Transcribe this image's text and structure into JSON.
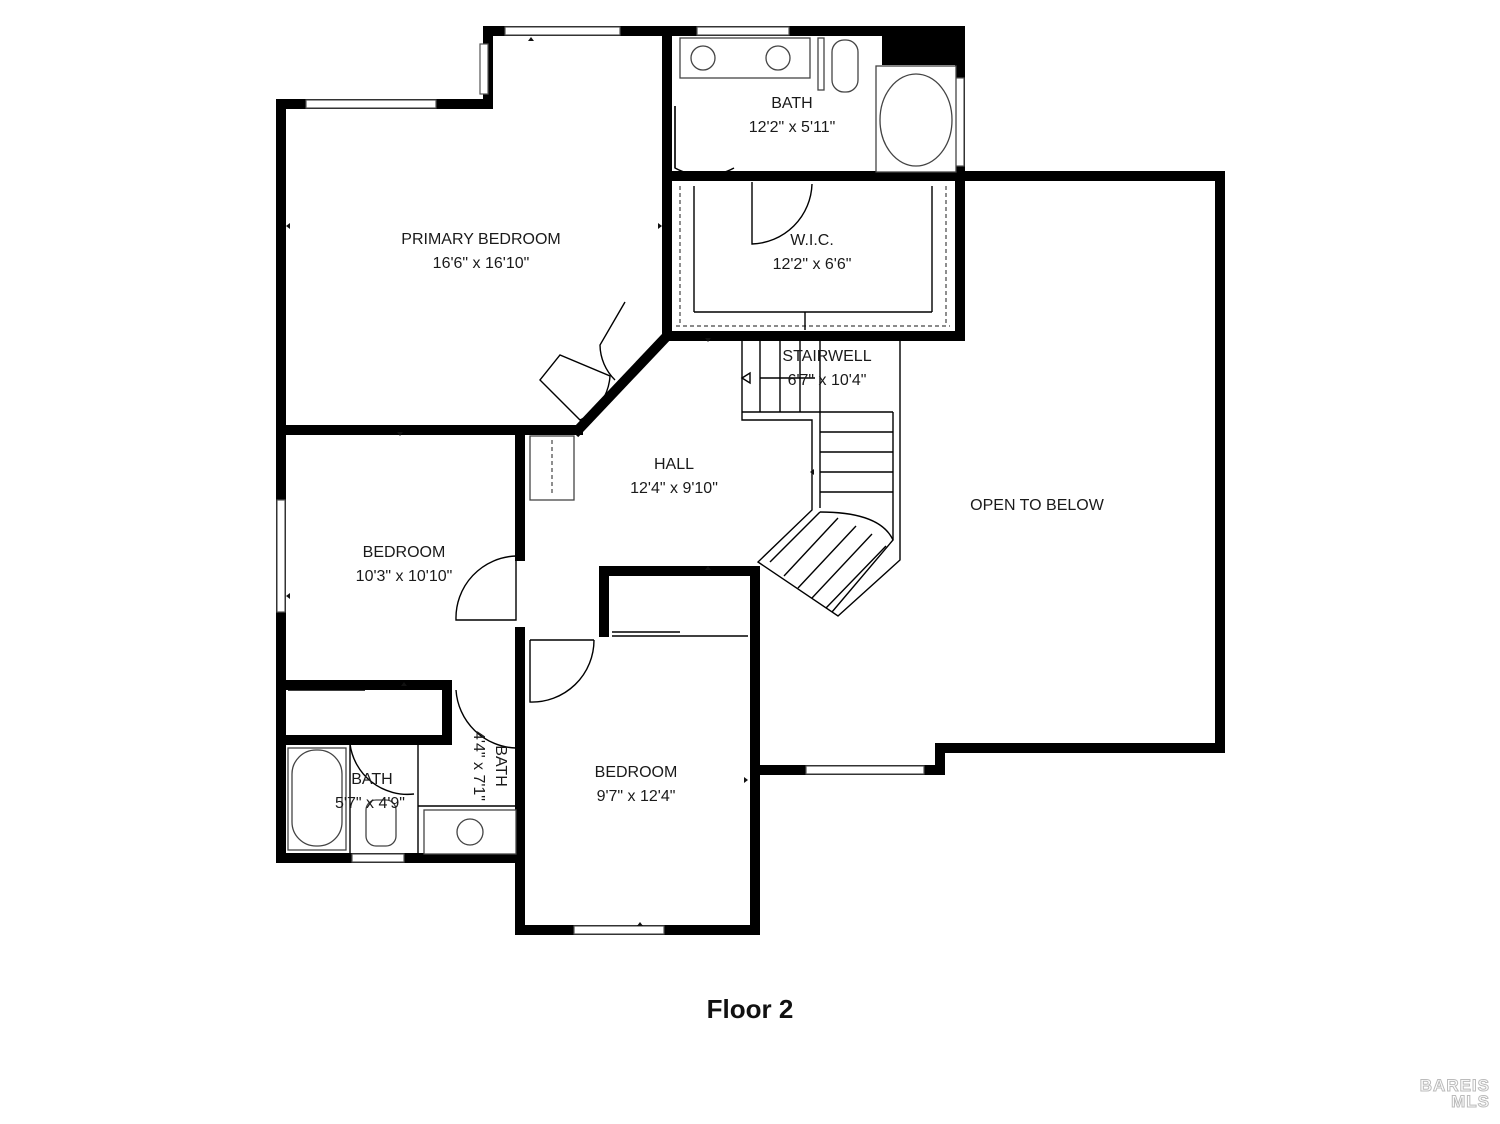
{
  "floor_label": "Floor 2",
  "watermark": {
    "line1": "BAREIS",
    "line2": "MLS"
  },
  "rooms": {
    "primary_bedroom": {
      "name": "PRIMARY BEDROOM",
      "size": "16'6\" x 16'10\""
    },
    "primary_bath": {
      "name": "BATH",
      "size": "12'2\" x 5'11\""
    },
    "wic": {
      "name": "W.I.C.",
      "size": "12'2\" x 6'6\""
    },
    "stairwell": {
      "name": "STAIRWELL",
      "size": "6'7\" x 10'4\""
    },
    "hall": {
      "name": "HALL",
      "size": "12'4\" x 9'10\""
    },
    "open_to_below": {
      "name": "OPEN TO BELOW"
    },
    "bedroom_west": {
      "name": "BEDROOM",
      "size": "10'3\" x 10'10\""
    },
    "bedroom_south": {
      "name": "BEDROOM",
      "size": "9'7\" x 12'4\""
    },
    "bath_small": {
      "name": "BATH",
      "size": "5'7\" x 4'9\""
    },
    "bath_vertical": {
      "name": "BATH",
      "size": "4'4\" x 7'1\""
    }
  }
}
